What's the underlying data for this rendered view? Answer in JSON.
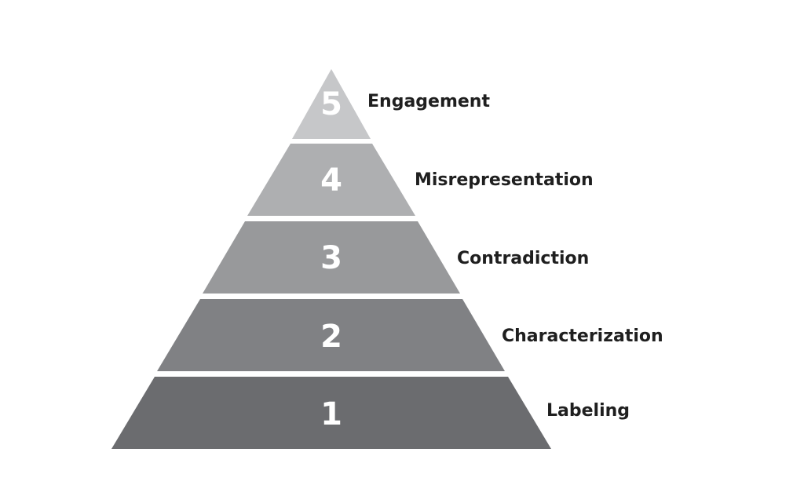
{
  "pyramid": {
    "tiers": [
      {
        "number": "5",
        "label": "Engagement",
        "color": "#c6c7c9"
      },
      {
        "number": "4",
        "label": "Misrepresentation",
        "color": "#aeafb1"
      },
      {
        "number": "3",
        "label": "Contradiction",
        "color": "#98999b"
      },
      {
        "number": "2",
        "label": "Characterization",
        "color": "#808184"
      },
      {
        "number": "1",
        "label": "Labeling",
        "color": "#6b6c6f"
      }
    ]
  }
}
